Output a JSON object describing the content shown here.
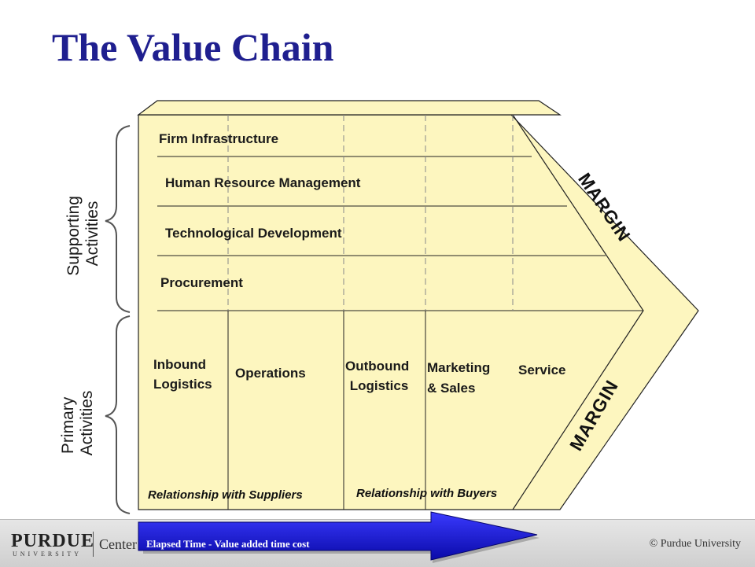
{
  "title": "The Value Chain",
  "support_activities": [
    "Firm Infrastructure",
    "Human Resource Management",
    "Technological Development",
    "Procurement"
  ],
  "primary_activities": [
    [
      "Inbound",
      "Logistics"
    ],
    [
      "Operations"
    ],
    [
      "Outbound",
      "Logistics"
    ],
    [
      "Marketing",
      "& Sales"
    ],
    [
      "Service"
    ]
  ],
  "side_labels": {
    "supporting": [
      "Supporting",
      "Activities"
    ],
    "primary": [
      "Primary",
      "Activities"
    ]
  },
  "margin_top": "MARGIN",
  "margin_bottom": "MARGIN",
  "relationships": {
    "suppliers": "Relationship with Suppliers",
    "buyers": "Relationship with Buyers"
  },
  "arrow_text": "Elapsed Time - Value added time cost",
  "footer": {
    "logo": "PURDUE",
    "logo_sub": "UNIVERSITY",
    "center_text": "Center fo",
    "copyright": "© Purdue University"
  },
  "colors": {
    "fill": "#fdf6bf",
    "title": "#1f1f8f",
    "arrow": "#1010d0"
  }
}
